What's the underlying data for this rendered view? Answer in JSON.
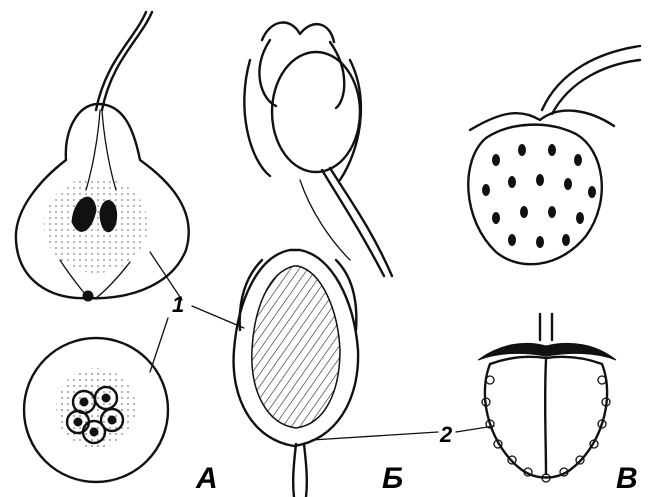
{
  "labels": {
    "panel_a": "А",
    "panel_b": "Б",
    "panel_v": "В",
    "marker_1": "1",
    "marker_2": "2"
  }
}
